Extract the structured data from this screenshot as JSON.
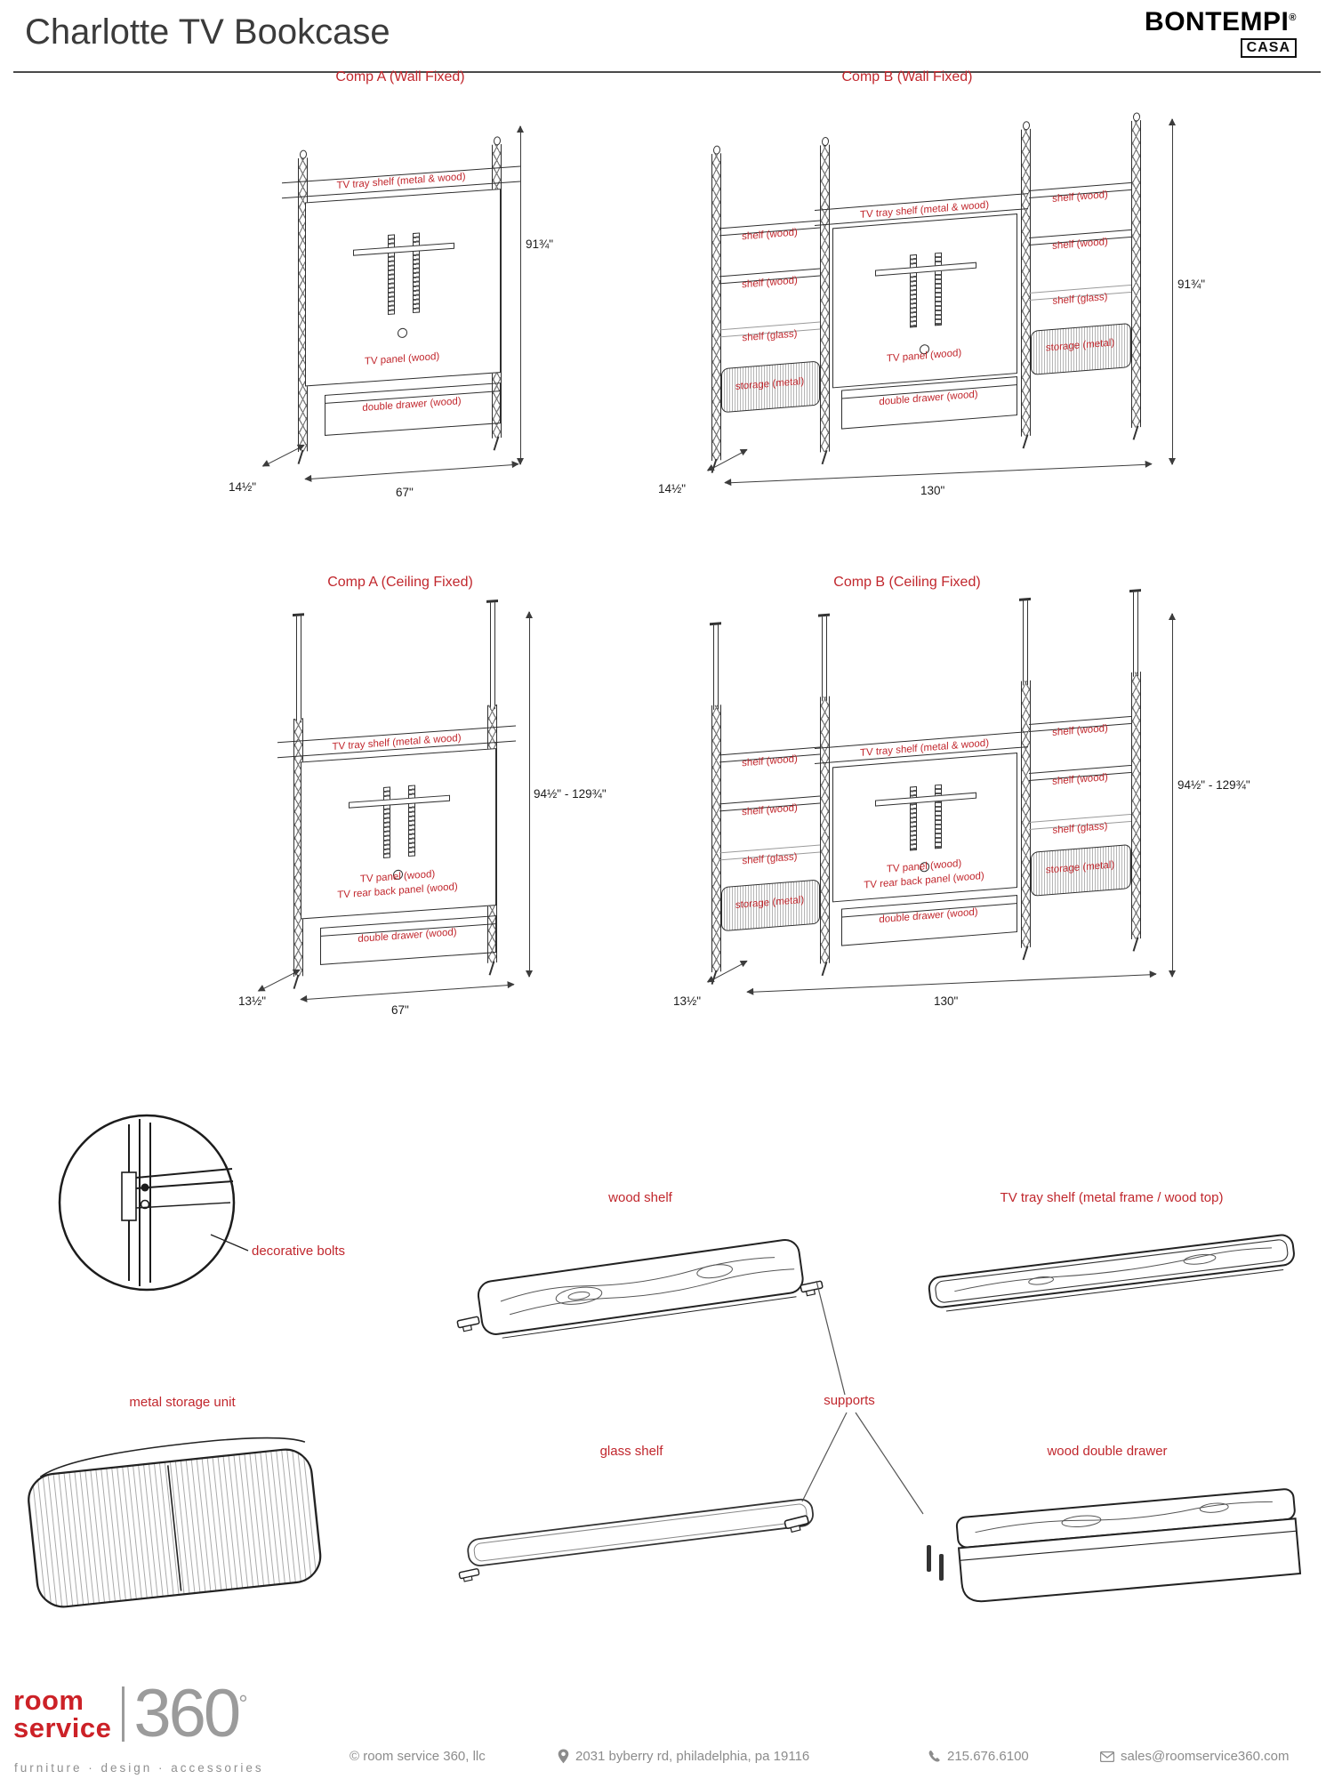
{
  "header": {
    "title": "Charlotte TV Bookcase",
    "brand": "BONTEMPI",
    "brand_reg": "®",
    "brand_sub": "CASA"
  },
  "diagrams": {
    "comp_a_wall": {
      "title": "Comp A (Wall Fixed)",
      "tray_label": "TV tray shelf (metal & wood)",
      "panel_label": "TV panel (wood)",
      "drawer_label": "double drawer (wood)",
      "height": "91¾\"",
      "width": "67\"",
      "depth": "14½\""
    },
    "comp_b_wall": {
      "title": "Comp B (Wall Fixed)",
      "left_labels": [
        "shelf (wood)",
        "shelf (wood)",
        "shelf (glass)",
        "storage (metal)"
      ],
      "right_labels": [
        "shelf (wood)",
        "shelf (wood)",
        "shelf (glass)",
        "storage (metal)"
      ],
      "tray_label": "TV tray shelf (metal & wood)",
      "panel_label": "TV panel (wood)",
      "drawer_label": "double drawer (wood)",
      "height": "91¾\"",
      "width": "130\"",
      "depth": "14½\""
    },
    "comp_a_ceiling": {
      "title": "Comp A (Ceiling Fixed)",
      "tray_label": "TV tray shelf (metal & wood)",
      "panel_label": "TV panel (wood)",
      "rear_label": "TV rear back panel (wood)",
      "drawer_label": "double drawer (wood)",
      "height": "94½\" - 129¾\"",
      "width": "67\"",
      "depth": "13½\""
    },
    "comp_b_ceiling": {
      "title": "Comp B (Ceiling Fixed)",
      "left_labels": [
        "shelf (wood)",
        "shelf (wood)",
        "shelf (glass)",
        "storage (metal)"
      ],
      "right_labels": [
        "shelf (wood)",
        "shelf (wood)",
        "shelf (glass)",
        "storage (metal)"
      ],
      "tray_label": "TV tray shelf (metal & wood)",
      "panel_label": "TV panel (wood)",
      "rear_label": "TV rear back panel (wood)",
      "drawer_label": "double drawer (wood)",
      "height": "94½\" - 129¾\"",
      "width": "130\"",
      "depth": "13½\""
    }
  },
  "components": {
    "decorative_bolts": "decorative bolts",
    "wood_shelf": "wood shelf",
    "tv_tray_shelf": "TV tray shelf (metal frame / wood top)",
    "metal_storage_unit": "metal storage unit",
    "glass_shelf": "glass shelf",
    "supports": "supports",
    "wood_double_drawer": "wood double drawer"
  },
  "footer": {
    "logo_word1": "room",
    "logo_word2": "service",
    "logo_number": "360",
    "logo_degree": "°",
    "tagline": "furniture   ·   design   ·   accessories",
    "copyright": "© room service 360, llc",
    "address": "2031 byberry rd, philadelphia, pa 19116",
    "phone": "215.676.6100",
    "email": "sales@roomservice360.com"
  },
  "colors": {
    "label_red": "#c1272d",
    "line_dark": "#2e2e2e",
    "footer_gray": "#8c8c8c",
    "logo_red": "#cc2127",
    "logo_gray": "#9b9b9b"
  }
}
